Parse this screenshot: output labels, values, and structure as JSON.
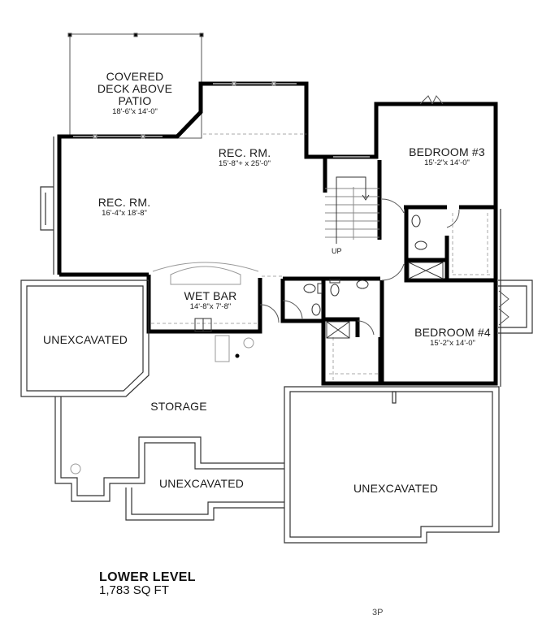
{
  "plan": {
    "level_title": "LOWER LEVEL",
    "level_area": "1,783 SQ FT",
    "watermark": "3P",
    "stair_label": "UP",
    "rooms": [
      {
        "name": "COVERED DECK ABOVE PATIO",
        "lines": [
          "COVERED",
          "DECK ABOVE",
          "PATIO"
        ],
        "dimensions": "18'-6\"x 14'-0\""
      },
      {
        "name": "REC. RM.",
        "dimensions": "15'-8\"+ x 25'-0\""
      },
      {
        "name": "REC. RM.",
        "dimensions": "16'-4\"x 18'-8\""
      },
      {
        "name": "BEDROOM #3",
        "dimensions": "15'-2\"x 14'-0\""
      },
      {
        "name": "BEDROOM #4",
        "dimensions": "15'-2\"x 14'-0\""
      },
      {
        "name": "WET BAR",
        "dimensions": "14'-8\"x 7'-8\""
      },
      {
        "name": "UNEXCAVATED",
        "dimensions": ""
      },
      {
        "name": "STORAGE",
        "dimensions": ""
      },
      {
        "name": "UNEXCAVATED",
        "dimensions": ""
      },
      {
        "name": "UNEXCAVATED",
        "dimensions": ""
      }
    ]
  },
  "colors": {
    "wall": "#000000",
    "thin_line": "#333333",
    "dashed": "#999999",
    "background": "#ffffff"
  }
}
